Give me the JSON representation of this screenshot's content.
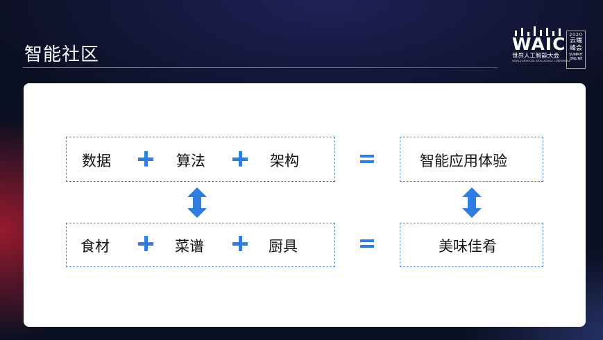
{
  "header": {
    "title": "智能社区"
  },
  "logo": {
    "mark": "WAIC",
    "cn": "世界人工智能大会",
    "en": "WORLD ARTIFICIAL INTELLIGENCE CONFERENCE",
    "year": "2020",
    "badge_cn1": "云端",
    "badge_cn2": "峰会",
    "badge_en1": "SUMMIT",
    "badge_en2": "ONLINE"
  },
  "diagram": {
    "row1": [
      "数据",
      "算法",
      "架构"
    ],
    "result1": "智能应用体验",
    "row2": [
      "食材",
      "菜谱",
      "厨具"
    ],
    "result2": "美味佳肴"
  },
  "colors": {
    "accent": "#2f7de1",
    "border": "#4f86c6"
  }
}
